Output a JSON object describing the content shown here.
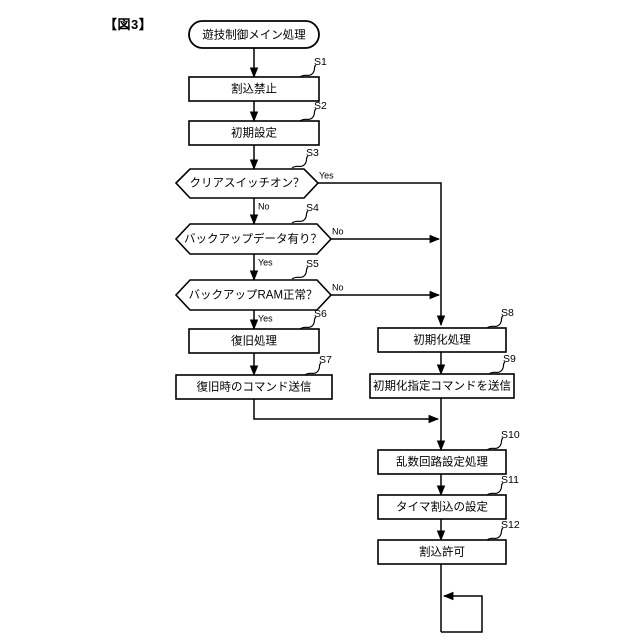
{
  "figure": {
    "title": "【図3】"
  },
  "flowchart": {
    "type": "flowchart",
    "orientation": "top-to-bottom",
    "start": {
      "id": "start",
      "shape": "terminator",
      "label": "遊技制御メイン処理"
    },
    "nodes": [
      {
        "id": "S1",
        "step": "S1",
        "shape": "process",
        "label": "割込禁止"
      },
      {
        "id": "S2",
        "step": "S2",
        "shape": "process",
        "label": "初期設定"
      },
      {
        "id": "S3",
        "step": "S3",
        "shape": "decision",
        "label": "クリアスイッチオン？"
      },
      {
        "id": "S4",
        "step": "S4",
        "shape": "decision",
        "label": "バックアップデータ有り？"
      },
      {
        "id": "S5",
        "step": "S5",
        "shape": "decision",
        "label": "バックアップRAM正常？"
      },
      {
        "id": "S6",
        "step": "S6",
        "shape": "process",
        "label": "復旧処理"
      },
      {
        "id": "S7",
        "step": "S7",
        "shape": "process",
        "label": "復旧時のコマンド送信"
      },
      {
        "id": "S8",
        "step": "S8",
        "shape": "process",
        "label": "初期化処理"
      },
      {
        "id": "S9",
        "step": "S9",
        "shape": "process",
        "label": "初期化指定コマンドを送信"
      },
      {
        "id": "S10",
        "step": "S10",
        "shape": "process",
        "label": "乱数回路設定処理"
      },
      {
        "id": "S11",
        "step": "S11",
        "shape": "process",
        "label": "タイマ割込の設定"
      },
      {
        "id": "S12",
        "step": "S12",
        "shape": "process",
        "label": "割込許可"
      }
    ],
    "branch_labels": {
      "s3_yes": "Yes",
      "s3_no": "No",
      "s4_no": "No",
      "s4_yes": "Yes",
      "s5_no": "No",
      "s5_yes": "Yes"
    },
    "edges": [
      {
        "from": "start",
        "to": "S1",
        "label": ""
      },
      {
        "from": "S1",
        "to": "S2",
        "label": ""
      },
      {
        "from": "S2",
        "to": "S3",
        "label": ""
      },
      {
        "from": "S3",
        "to": "S8",
        "label": "Yes"
      },
      {
        "from": "S3",
        "to": "S4",
        "label": "No"
      },
      {
        "from": "S4",
        "to": "S8",
        "label": "No"
      },
      {
        "from": "S4",
        "to": "S5",
        "label": "Yes"
      },
      {
        "from": "S5",
        "to": "S8",
        "label": "No"
      },
      {
        "from": "S5",
        "to": "S6",
        "label": "Yes"
      },
      {
        "from": "S6",
        "to": "S7",
        "label": ""
      },
      {
        "from": "S7",
        "to": "S10",
        "label": ""
      },
      {
        "from": "S8",
        "to": "S9",
        "label": ""
      },
      {
        "from": "S9",
        "to": "S10",
        "label": ""
      },
      {
        "from": "S10",
        "to": "S11",
        "label": ""
      },
      {
        "from": "S11",
        "to": "S12",
        "label": ""
      },
      {
        "from": "S12",
        "to": "loop",
        "label": ""
      }
    ],
    "colors": {
      "stroke": "#000000",
      "fill": "#ffffff",
      "text": "#000000"
    }
  }
}
